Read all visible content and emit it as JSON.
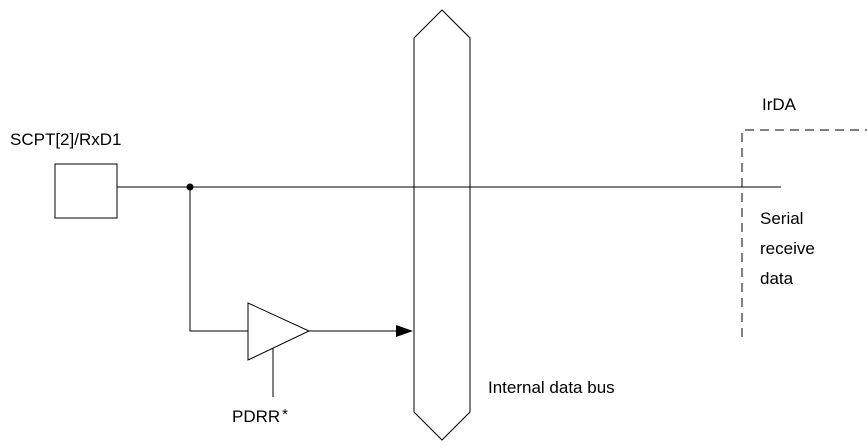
{
  "diagram": {
    "pin_label": "SCPT[2]/RxD1",
    "buffer_label": "PDRR",
    "buffer_label_suffix": "*",
    "bus_label": "Internal data bus",
    "irda_label": "IrDA",
    "serial_lines": [
      "Serial",
      "receive",
      "data"
    ]
  }
}
